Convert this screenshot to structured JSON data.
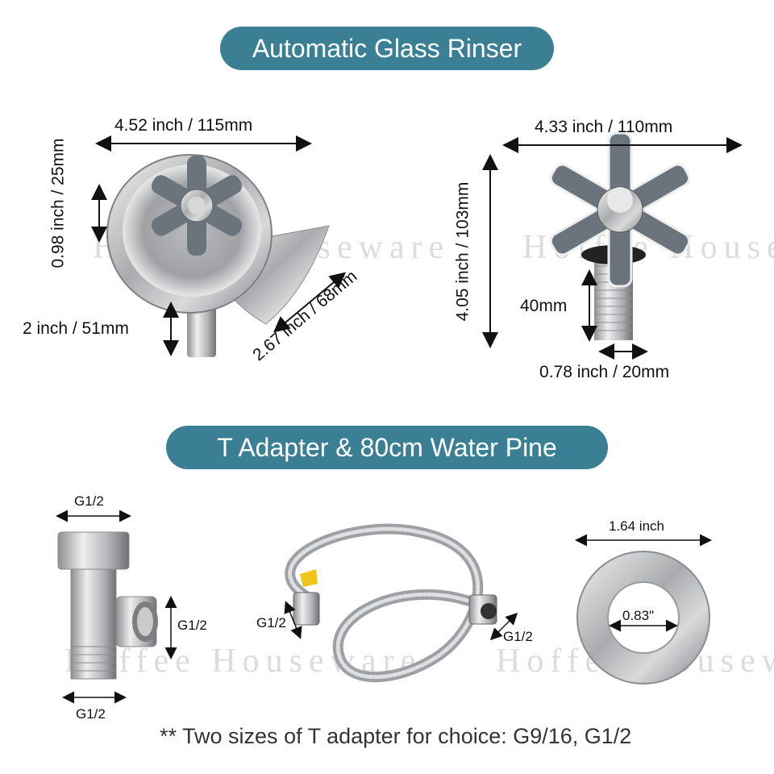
{
  "header_1": "Automatic Glass Rinser",
  "header_2": "T Adapter & 80cm Water Pine",
  "rinser_dims": {
    "width": "4.52 inch / 115mm",
    "rim_height": "0.98 inch / 25mm",
    "pipe_length": "2 inch / 51mm",
    "spout_width": "2.67 inch / 68mm"
  },
  "jet_dims": {
    "width": "4.33 inch / 110mm",
    "height": "4.05 inch / 103mm",
    "thread_length": "40mm",
    "thread_diameter": "0.78 inch / 20mm"
  },
  "t_adapter": {
    "top": "G1/2",
    "side": "G1/2",
    "bottom": "G1/2"
  },
  "hose": {
    "left": "G1/2",
    "right": "G1/2"
  },
  "flange": {
    "outer": "1.64 inch",
    "inner": "0.83\""
  },
  "watermark": "Hoffee Houseware",
  "note": "** Two sizes of T adapter for choice: G9/16, G1/2"
}
